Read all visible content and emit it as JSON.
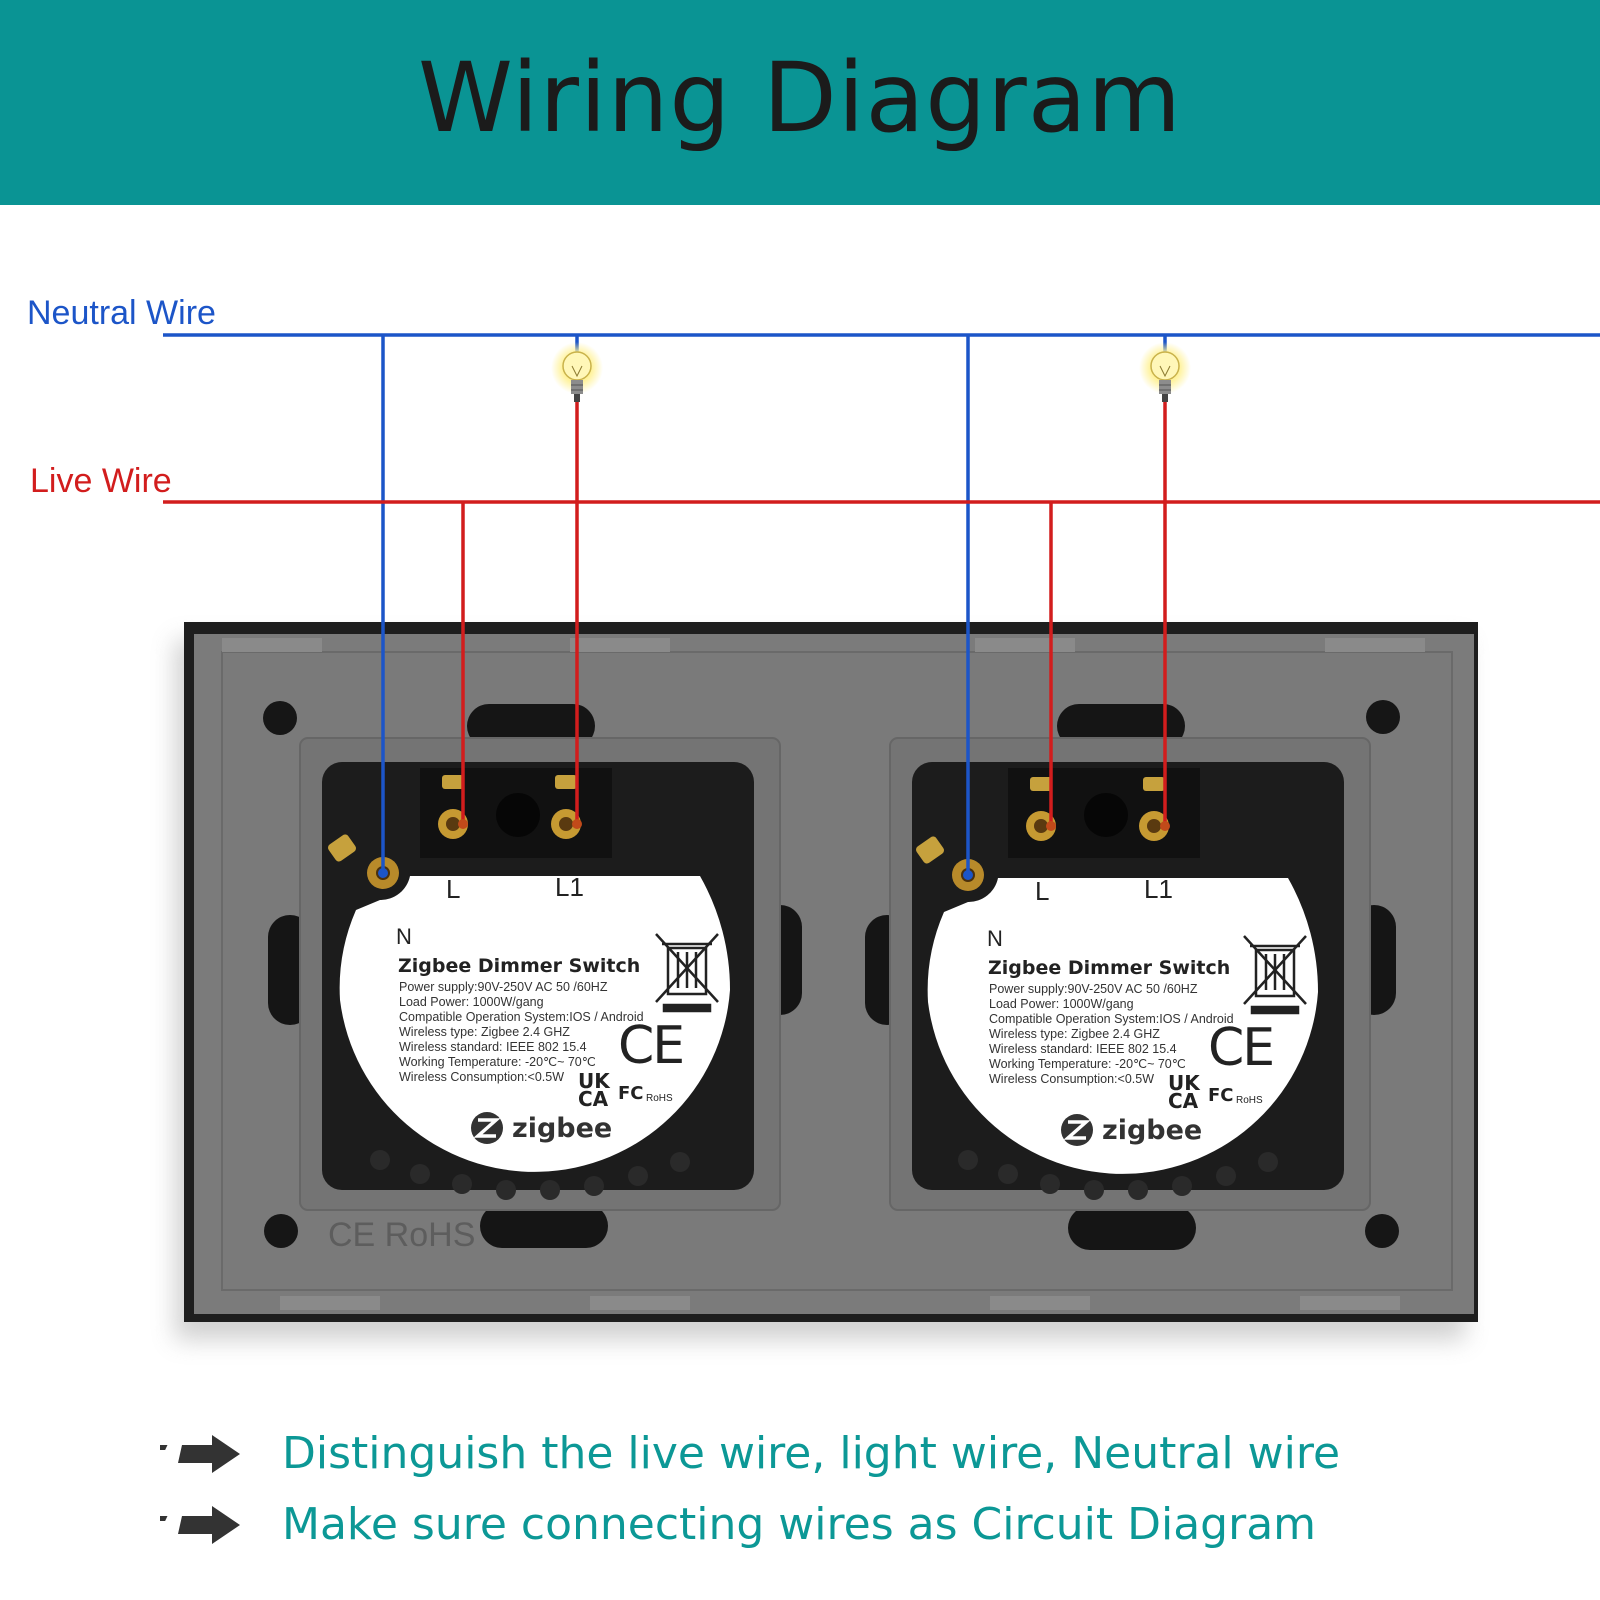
{
  "header": {
    "title": "Wiring Diagram"
  },
  "wires": {
    "neutral_label": "Neutral Wire",
    "live_label": "Live Wire",
    "neutral_color": "#1c55c8",
    "live_color": "#d21d1d"
  },
  "modules": [
    {
      "terminal_n": "N",
      "terminal_l": "L",
      "terminal_l1": "L1",
      "title": "Zigbee Dimmer Switch",
      "specs": [
        "Power supply:90V-250V AC  50 /60HZ",
        "Load Power: 1000W/gang",
        "Compatible Operation System:IOS / Android",
        "Wireless type: Zigbee 2.4 GHZ",
        "Wireless standard: IEEE 802 15.4",
        "Working Temperature: -20℃~ 70℃",
        "Wireless Consumption:<0.5W"
      ],
      "mark_ce": "CE",
      "mark_ukca_top": "UK",
      "mark_ukca_bottom": "CA",
      "mark_fc": "FC",
      "mark_rohs": "RoHS",
      "brand": "zigbee"
    },
    {
      "terminal_n": "N",
      "terminal_l": "L",
      "terminal_l1": "L1",
      "title": "Zigbee Dimmer Switch",
      "specs": [
        "Power supply:90V-250V AC  50 /60HZ",
        "Load Power: 1000W/gang",
        "Compatible Operation System:IOS / Android",
        "Wireless type: Zigbee 2.4 GHZ",
        "Wireless standard: IEEE 802 15.4",
        "Working Temperature: -20℃~ 70℃",
        "Wireless Consumption:<0.5W"
      ],
      "mark_ce": "CE",
      "mark_ukca_top": "UK",
      "mark_ukca_bottom": "CA",
      "mark_fc": "FC",
      "mark_rohs": "RoHS",
      "brand": "zigbee"
    }
  ],
  "plate_mark": "CE RoHS",
  "notes": [
    "Distinguish the live wire, light wire,  Neutral wire",
    "Make sure connecting wires as Circuit Diagram"
  ],
  "colors": {
    "header_bg": "#0a9494",
    "note_text": "#0c9896",
    "plate": "#7b7b7b"
  },
  "icons": [
    "light-bulb-icon",
    "arrow-right-icon",
    "weee-bin-icon",
    "zigbee-logo-icon"
  ]
}
